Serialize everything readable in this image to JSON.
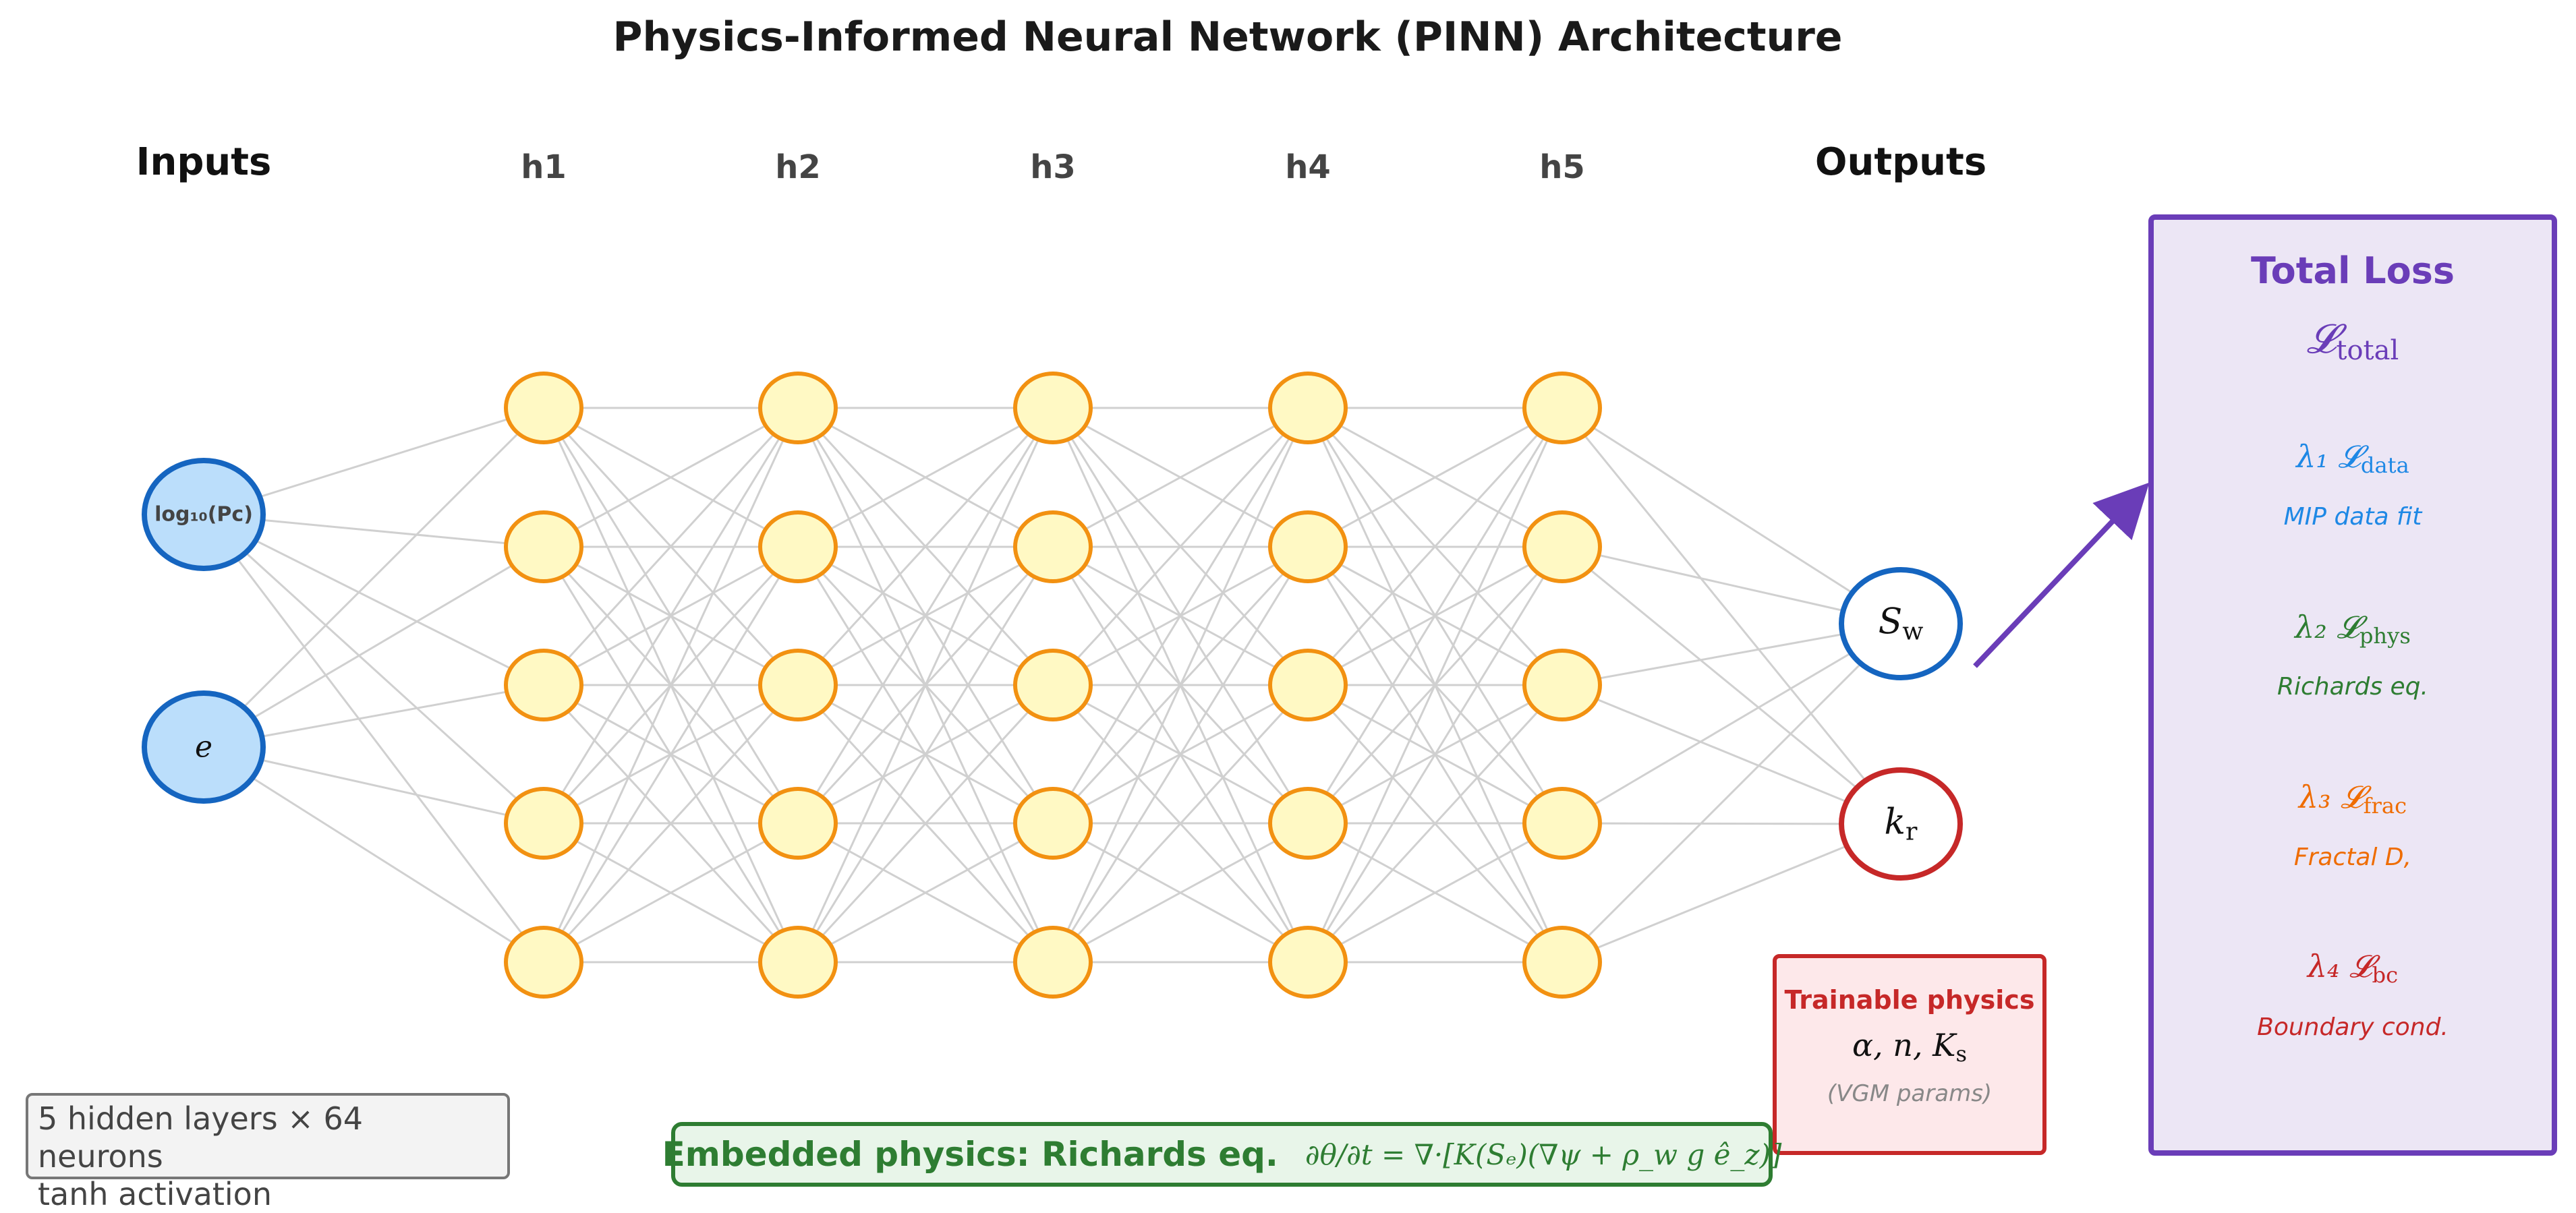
{
  "title": "Physics-Informed Neural Network (PINN) Architecture",
  "layers": {
    "inputs_label": "Inputs",
    "hidden_labels": [
      "h1",
      "h2",
      "h3",
      "h4",
      "h5"
    ],
    "outputs_label": "Outputs",
    "hidden_nodes_drawn_per_layer": 5
  },
  "inputs": [
    {
      "label": "log₁₀(Pc)"
    },
    {
      "label": "e"
    }
  ],
  "outputs": [
    {
      "symbol": "S",
      "subscript": "w",
      "color": "#1565c0"
    },
    {
      "symbol": "k",
      "subscript": "r",
      "color": "#c62828"
    }
  ],
  "loss": {
    "title": "Total Loss",
    "total_symbol": "𝓛",
    "total_sub": "total",
    "terms": [
      {
        "lambda": "λ₁",
        "symbol": "𝓛",
        "sub": "data",
        "desc": "MIP data fit",
        "color": "#1e88e5"
      },
      {
        "lambda": "λ₂",
        "symbol": "𝓛",
        "sub": "phys",
        "desc": "Richards eq.",
        "color": "#2e7d32"
      },
      {
        "lambda": "λ₃",
        "symbol": "𝓛",
        "sub": "frac",
        "desc": "Fractal D,",
        "color": "#ef6c00"
      },
      {
        "lambda": "λ₄",
        "symbol": "𝓛",
        "sub": "bc",
        "desc": "Boundary cond.",
        "color": "#c62828"
      }
    ],
    "color": "#6a3db8"
  },
  "trainable": {
    "title": "Trainable physics",
    "params": "α, n, K",
    "params_sub": "s",
    "note": "(VGM params)"
  },
  "embedded": {
    "label": "Embedded physics: Richards eq.",
    "equation": "∂θ/∂t = ∇·[K(Sₑ)(∇ψ + ρ_w g ê_z)]"
  },
  "hidden_info": {
    "line1": "5 hidden layers × 64 neurons",
    "line2": "tanh activation"
  },
  "colors": {
    "input_fill": "#bbdefb",
    "input_stroke": "#1565c0",
    "hidden_fill": "#fff9c4",
    "hidden_stroke": "#f29111",
    "edge": "#d0d0d0"
  }
}
